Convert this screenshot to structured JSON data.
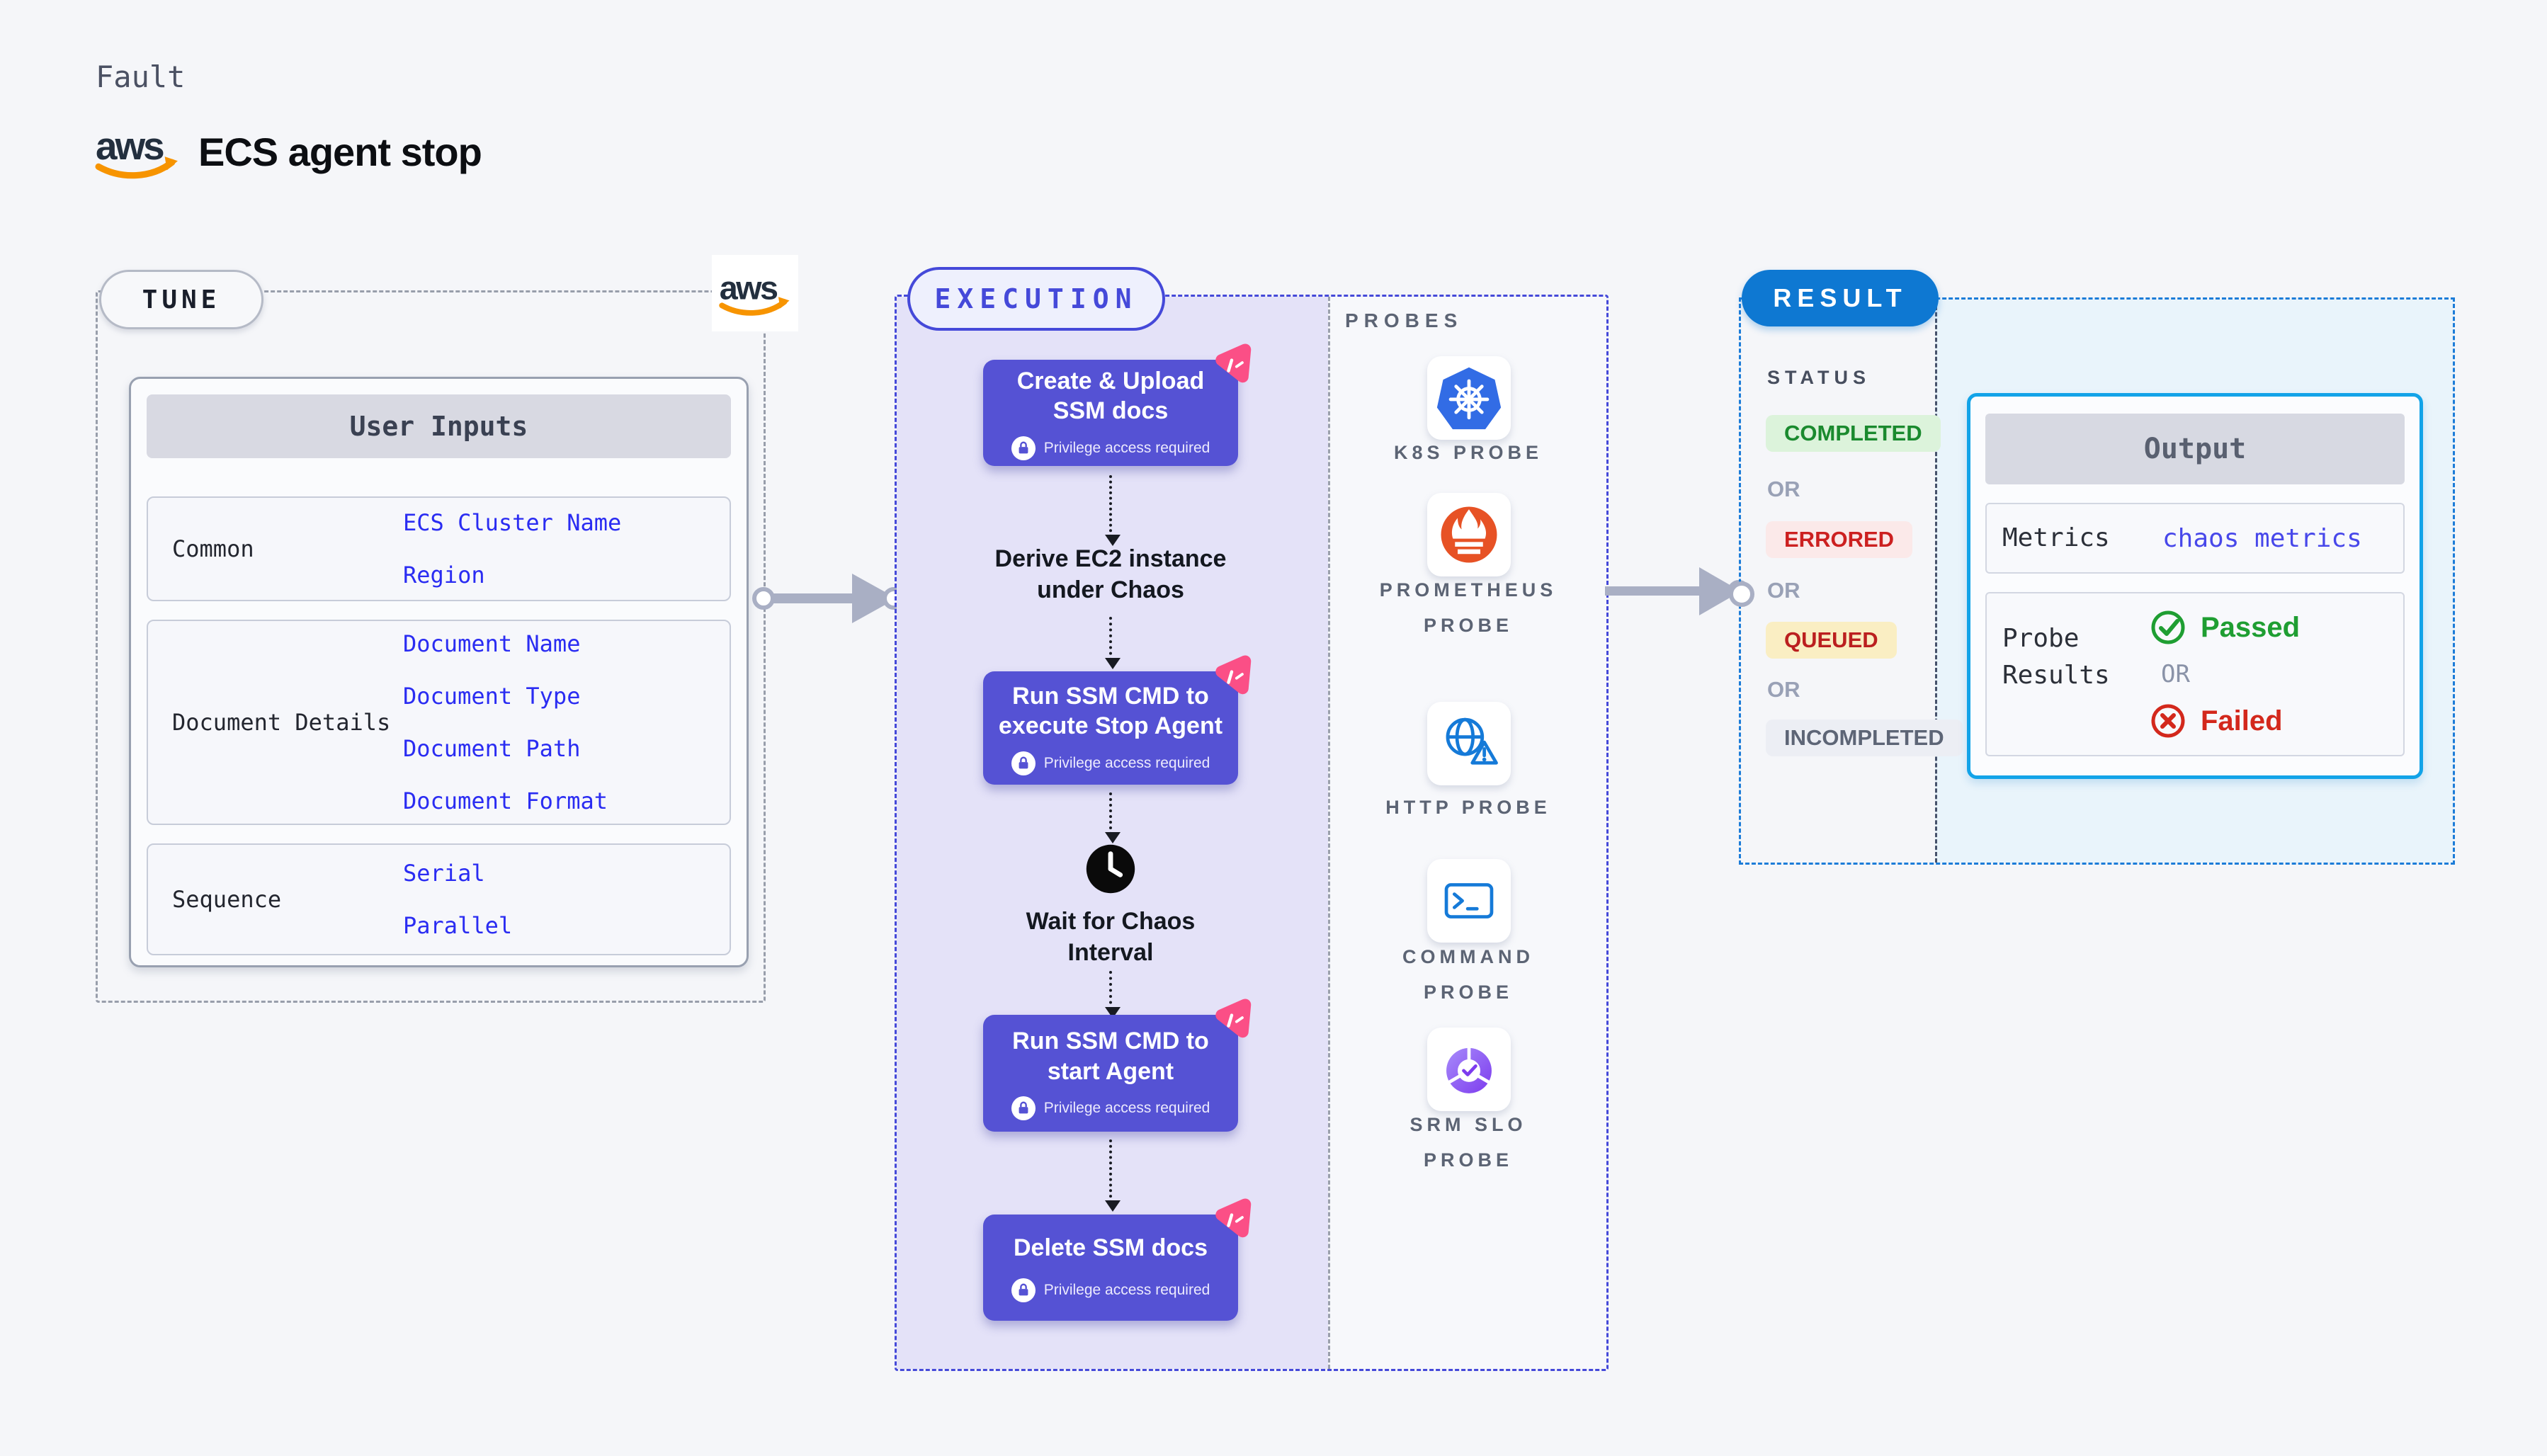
{
  "brand": {
    "aws": "aws"
  },
  "header": {
    "kicker": "Fault",
    "title": "ECS agent stop"
  },
  "tune": {
    "label": "TUNE",
    "user_inputs": {
      "title": "User Inputs",
      "rows": [
        {
          "label": "Common",
          "values": [
            "ECS Cluster Name",
            "Region"
          ]
        },
        {
          "label": "Document Details",
          "values": [
            "Document Name",
            "Document Type",
            "Document Path",
            "Document Format"
          ]
        },
        {
          "label": "Sequence",
          "values": [
            "Serial",
            "Parallel"
          ]
        }
      ]
    }
  },
  "execution": {
    "label": "EXECUTION",
    "privilege_note": "Privilege access required",
    "steps": [
      {
        "title": "Create & Upload SSM docs"
      },
      {
        "title": "Run SSM CMD to execute Stop Agent"
      },
      {
        "title": "Run SSM CMD to start Agent"
      },
      {
        "title": "Delete SSM docs"
      }
    ],
    "derive_note": "Derive EC2 instance under Chaos",
    "wait_note": "Wait for Chaos Interval"
  },
  "probes": {
    "label": "PROBES",
    "items": [
      {
        "name": "K8S PROBE",
        "icon": "kubernetes-icon"
      },
      {
        "name": "PROMETHEUS PROBE",
        "icon": "prometheus-icon"
      },
      {
        "name": "HTTP PROBE",
        "icon": "http-globe-icon"
      },
      {
        "name": "COMMAND PROBE",
        "icon": "terminal-icon"
      },
      {
        "name": "SRM SLO PROBE",
        "icon": "slo-gauge-icon"
      }
    ]
  },
  "result": {
    "label": "RESULT",
    "status_title": "STATUS",
    "or": "OR",
    "statuses": [
      {
        "text": "COMPLETED",
        "fg": "#1a8a2e",
        "bg": "#dcf3db"
      },
      {
        "text": "ERRORED",
        "fg": "#cc2020",
        "bg": "#fbe9e9"
      },
      {
        "text": "QUEUED",
        "fg": "#bb1f1f",
        "bg": "#faeec3"
      },
      {
        "text": "INCOMPLETED",
        "fg": "#5d6576",
        "bg": "#eceef4"
      }
    ],
    "output": {
      "title": "Output",
      "metrics_label": "Metrics",
      "metrics_value": "chaos metrics",
      "probe_results_label": "Probe Results",
      "passed": "Passed",
      "or": "OR",
      "failed": "Failed"
    }
  },
  "colors": {
    "step_box": "#5552d4",
    "lavender_panel": "#e4e2f8",
    "execution_border": "#4549d9",
    "tune_border": "#989eab",
    "result_border": "#1c7cd8",
    "result_pill": "#0e78d2",
    "link_text": "#2a2cf2",
    "aws_orange": "#f79400",
    "pink_badge": "#fb4f86",
    "k8s_blue": "#326ce5",
    "prometheus_orange": "#e75225",
    "probe_icon_blue": "#157ad8",
    "srm_purple": "#7d3bee",
    "passed_green": "#1f9e32",
    "failed_red": "#d3281c",
    "output_border": "#12a3e8"
  }
}
